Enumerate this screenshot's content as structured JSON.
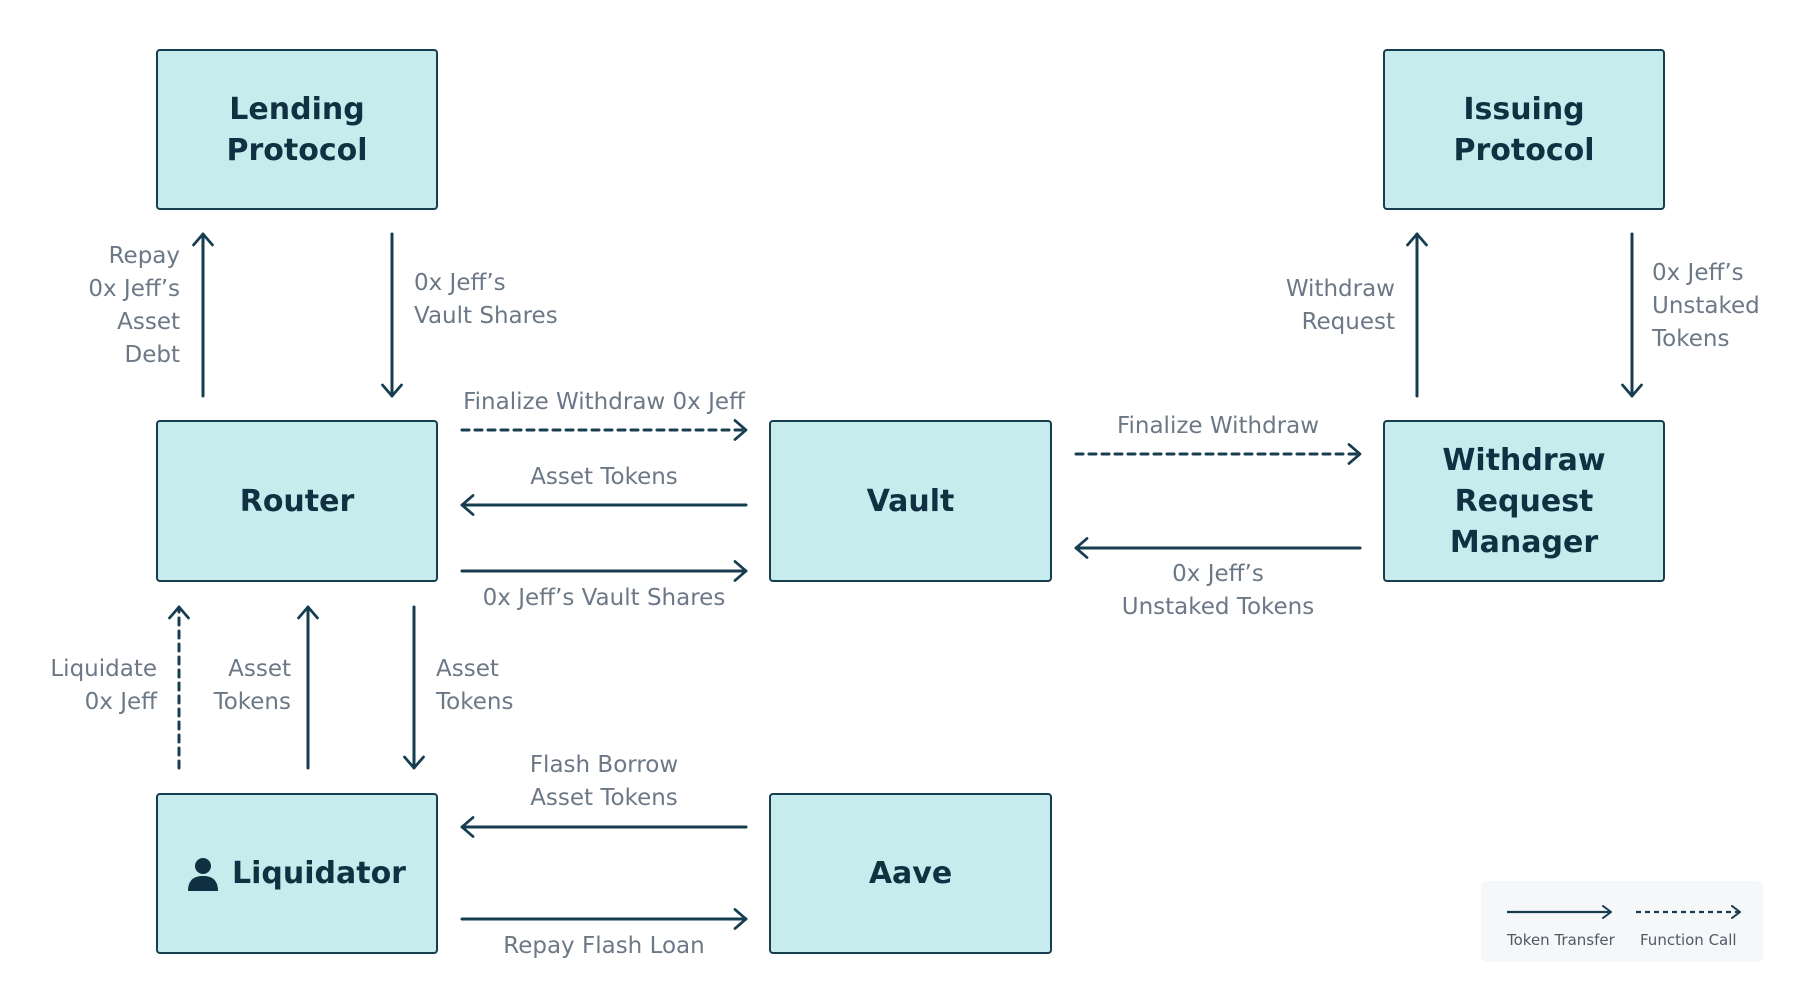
{
  "nodes": {
    "lending_protocol": "Lending\nProtocol",
    "issuing_protocol": "Issuing\nProtocol",
    "router": "Router",
    "vault": "Vault",
    "withdraw_request_manager": "Withdraw\nRequest\nManager",
    "liquidator": "Liquidator",
    "aave": "Aave"
  },
  "edges": {
    "repay_debt": "Repay\n0x Jeff’s\nAsset\nDebt",
    "vault_shares_down": "0x Jeff’s\nVault Shares",
    "withdraw_request": "Withdraw\nRequest",
    "unstaked_tokens_down": "0x Jeff’s\nUnstaked\nTokens",
    "finalize_withdraw_jeff": "Finalize Withdraw 0x Jeff",
    "asset_tokens_vault_router": "Asset Tokens",
    "vault_shares_router_vault": "0x Jeff’s Vault Shares",
    "finalize_withdraw": "Finalize Withdraw",
    "unstaked_tokens_left": "0x Jeff’s\nUnstaked Tokens",
    "liquidate": "Liquidate\n0x Jeff",
    "asset_tokens_up": "Asset\nTokens",
    "asset_tokens_down": "Asset\nTokens",
    "flash_borrow": "Flash Borrow\nAsset Tokens",
    "repay_flash_loan": "Repay Flash Loan"
  },
  "legend": {
    "token_transfer": "Token Transfer",
    "function_call": "Function Call"
  },
  "icons": {
    "liquidator": "person-icon"
  },
  "colors": {
    "box_fill": "#c6ecee",
    "box_border": "#173e50",
    "arrow": "#173e50",
    "label_text": "#6c7886",
    "title_text": "#0f3142"
  }
}
